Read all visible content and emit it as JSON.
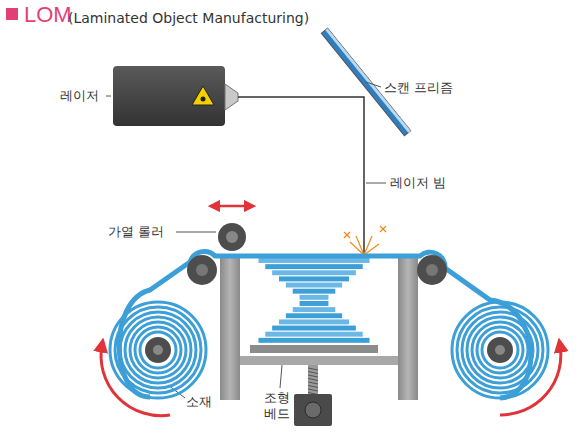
{
  "diagram": {
    "title": "LOM",
    "labels": [
      "(Laminated Object Manufacturing)",
      "레이저",
      "스캔 프리즘",
      "레이저 빔",
      "가열 롤러",
      "소재",
      "조형 베드"
    ]
  }
}
